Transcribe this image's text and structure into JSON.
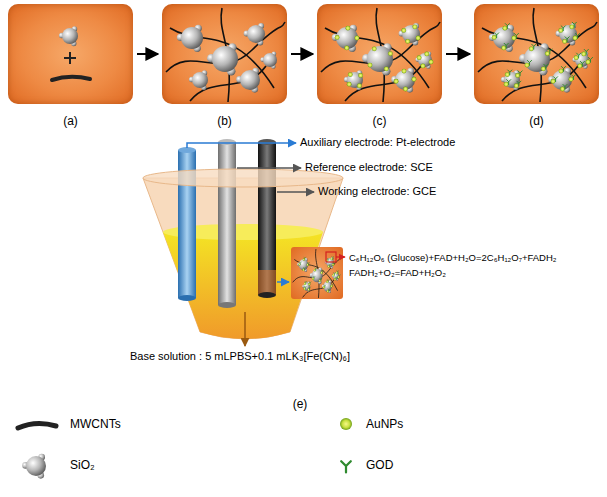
{
  "diagram": {
    "nodes": [
      {
        "text": [
          "(a)"
        ]
      },
      {
        "text": [
          "(b)"
        ]
      },
      {
        "text": [
          "(c)"
        ]
      },
      {
        "text": [
          "(d)"
        ]
      }
    ],
    "edges": [
      {
        "from": 0,
        "to": 1,
        "arrow": "to"
      },
      {
        "from": 1,
        "to": 2,
        "arrow": "to"
      },
      {
        "from": 2,
        "to": 3,
        "arrow": "to"
      }
    ],
    "labels": [
      "Auxiliary electrode: Pt-electrode",
      "Reference electrode: SCE",
      "Working electrode: GCE",
      "C₆H₁₂O₆ (Glucose)+FAD+H₂O=2C₆H₁₂O₇+FADH₂",
      "FADH₂+O₂=FAD+H₂O₂",
      "Base solution : 5 mLPBS+0.1 mLK₃[Fe(CN)₆]",
      "(e)"
    ],
    "legend": [
      {
        "text": "MWCNTs"
      },
      {
        "text": "SiO₂"
      },
      {
        "text": "AuNPs"
      },
      {
        "text": "GOD"
      }
    ]
  }
}
